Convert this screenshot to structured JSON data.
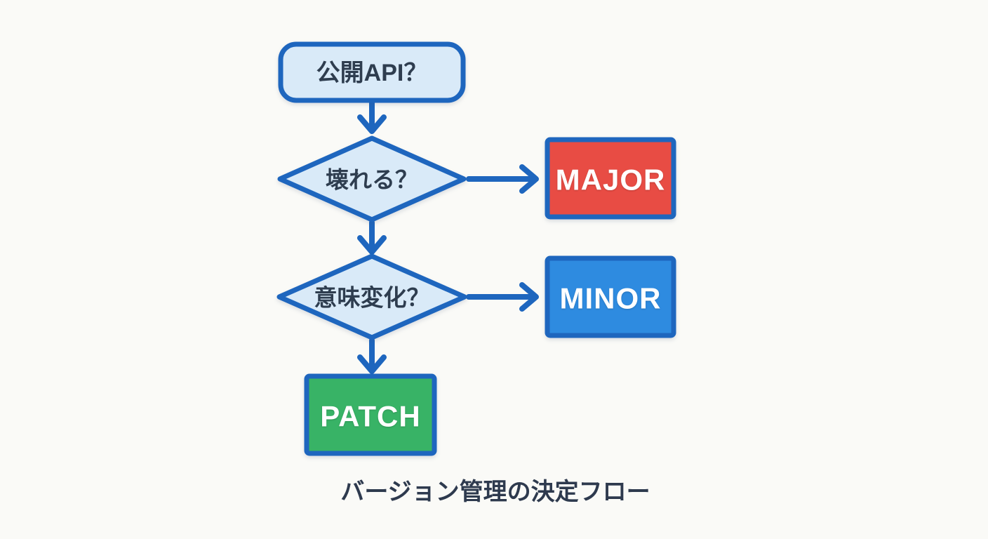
{
  "colors": {
    "background": "#FAFAF7",
    "line": "#1E66BE",
    "node_fill": "#D9EAF8",
    "node_text": "#2E3D4F",
    "major_fill": "#E84C44",
    "minor_fill": "#2E8BE0",
    "patch_fill": "#38B366",
    "outcome_text": "#FFFFFF",
    "caption_text": "#2E3A4E"
  },
  "flowchart": {
    "start": {
      "label": "公開API？"
    },
    "decision_breaking": {
      "label": "壊れる？"
    },
    "decision_semantic": {
      "label": "意味変化？"
    },
    "outcome_major": {
      "label": "MAJOR"
    },
    "outcome_minor": {
      "label": "MINOR"
    },
    "outcome_patch": {
      "label": "PATCH"
    },
    "caption": "バージョン管理の決定フロー"
  }
}
